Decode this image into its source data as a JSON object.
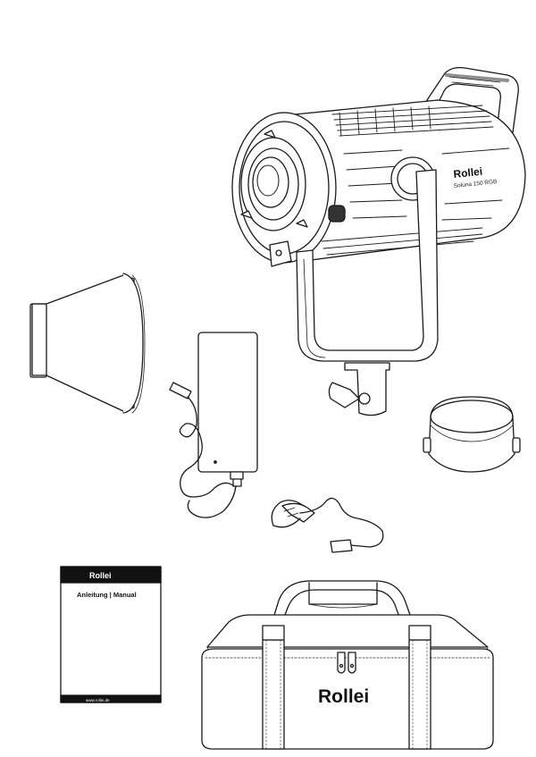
{
  "light": {
    "brand": "Rollei",
    "model": "Soluna 150 RGB"
  },
  "manual": {
    "brand": "Rollei",
    "title": "Anleitung | Manual",
    "url": "www.rollei.de"
  },
  "bag": {
    "brand": "Rollei"
  },
  "colors": {
    "line": "#1a1a1a",
    "background": "#ffffff",
    "dark_band": "#111111"
  }
}
